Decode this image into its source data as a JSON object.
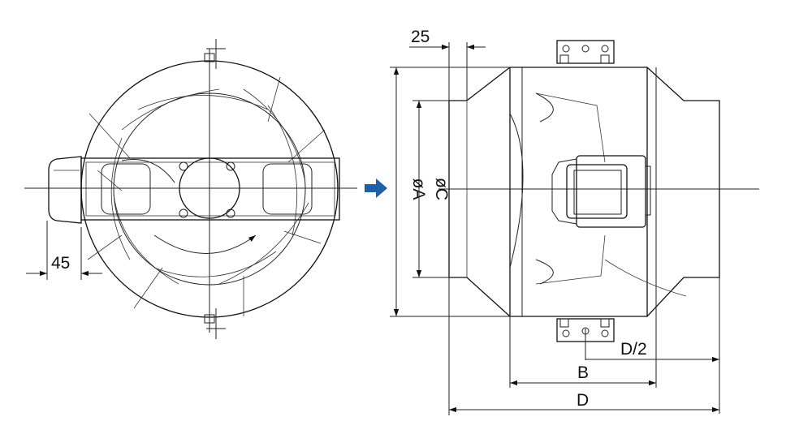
{
  "diagram": {
    "labels": {
      "left_offset": "45",
      "top_offset": "25",
      "dia_outer": "øA",
      "dia_inner": "øC",
      "half_length": "D/2",
      "body_length": "B",
      "total_length": "D"
    },
    "colors": {
      "arrow": "#1f5fa8",
      "line": "#111111"
    },
    "icons": {
      "view_arrow": "right-arrow-icon"
    }
  }
}
